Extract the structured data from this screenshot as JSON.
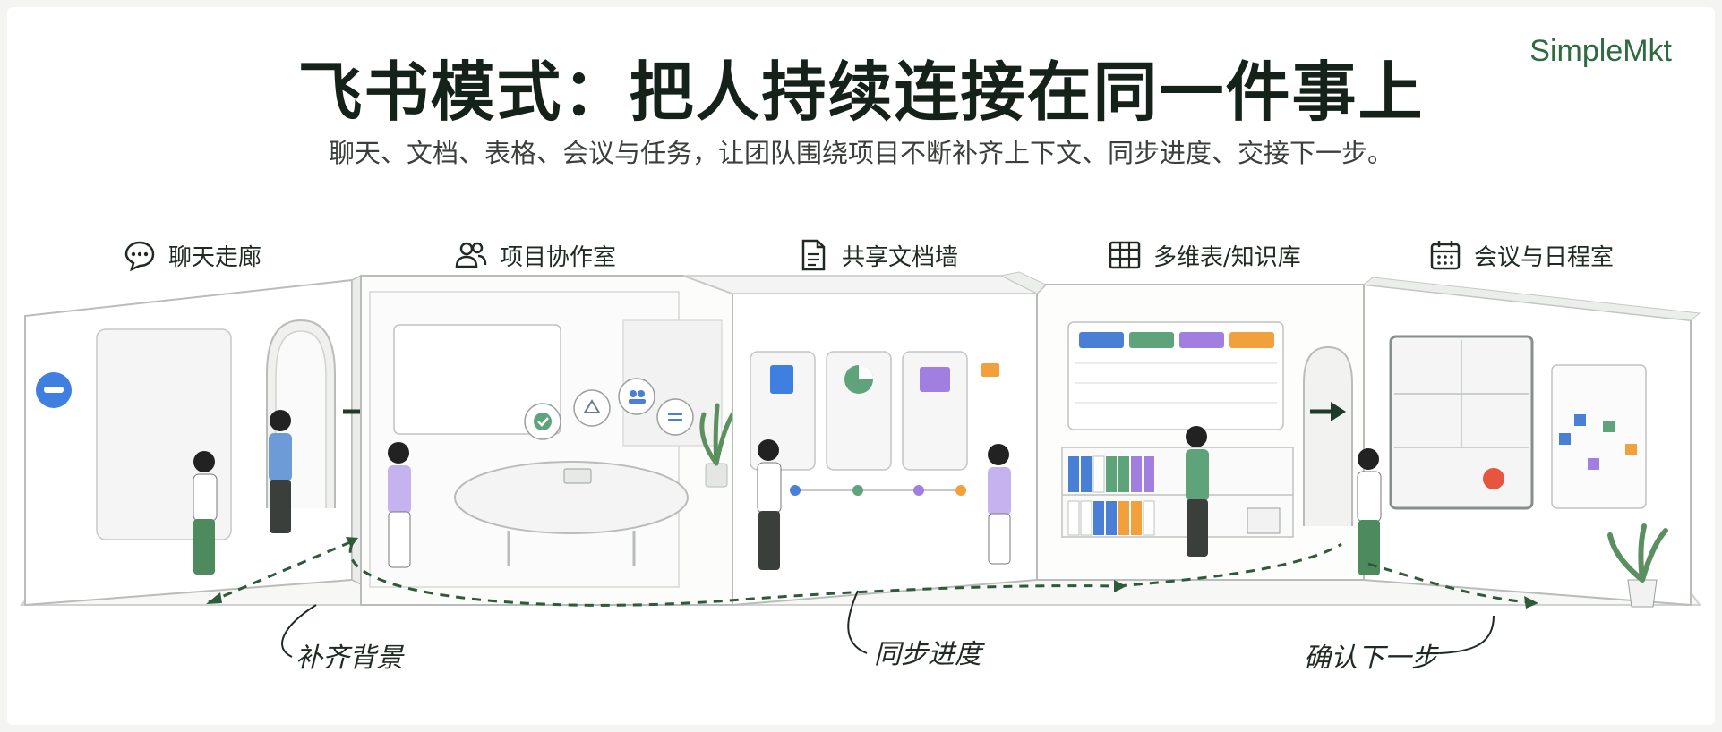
{
  "brand": "SimpleMkt",
  "title": "飞书模式：把人持续连接在同一件事上",
  "subtitle": "聊天、文档、表格、会议与任务，让团队围绕项目不断补齐上下文、同步进度、交接下一步。",
  "zones": [
    {
      "label": "聊天走廊",
      "icon": "chat-bubble-icon"
    },
    {
      "label": "项目协作室",
      "icon": "people-icon"
    },
    {
      "label": "共享文档墙",
      "icon": "document-icon"
    },
    {
      "label": "多维表/知识库",
      "icon": "table-grid-icon"
    },
    {
      "label": "会议与日程室",
      "icon": "calendar-icon"
    }
  ],
  "stages": [
    "补齐背景",
    "同步进度",
    "确认下一步"
  ],
  "colors": {
    "accent_green": "#2f6b3f",
    "path_green": "#2f5a3a",
    "blue": "#4a7fd6",
    "purple": "#a07fe0",
    "green": "#5fa37a",
    "orange": "#f2a03c",
    "line": "#9aa09c"
  }
}
